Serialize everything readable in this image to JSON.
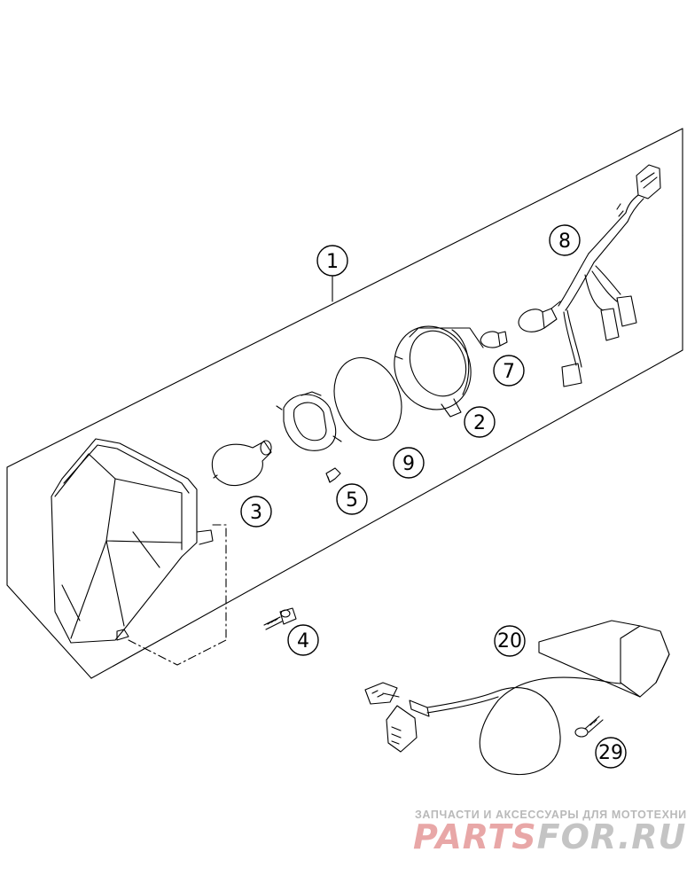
{
  "callouts": [
    {
      "id": "1",
      "label": "1"
    },
    {
      "id": "2",
      "label": "2"
    },
    {
      "id": "3",
      "label": "3"
    },
    {
      "id": "4",
      "label": "4"
    },
    {
      "id": "5",
      "label": "5"
    },
    {
      "id": "7",
      "label": "7"
    },
    {
      "id": "8",
      "label": "8"
    },
    {
      "id": "9",
      "label": "9"
    },
    {
      "id": "20",
      "label": "20"
    },
    {
      "id": "29",
      "label": "29"
    }
  ],
  "watermark": {
    "tagline": "ЗАПЧАСТИ И АКСЕССУАРЫ ДЛЯ МОТОТЕХНИКИ",
    "logo_part1": "PARTS",
    "logo_part2": "FOR.RU"
  },
  "colors": {
    "line": "#000000",
    "watermark_red": "#e8a7a7",
    "watermark_grey": "#c4c4c4"
  }
}
